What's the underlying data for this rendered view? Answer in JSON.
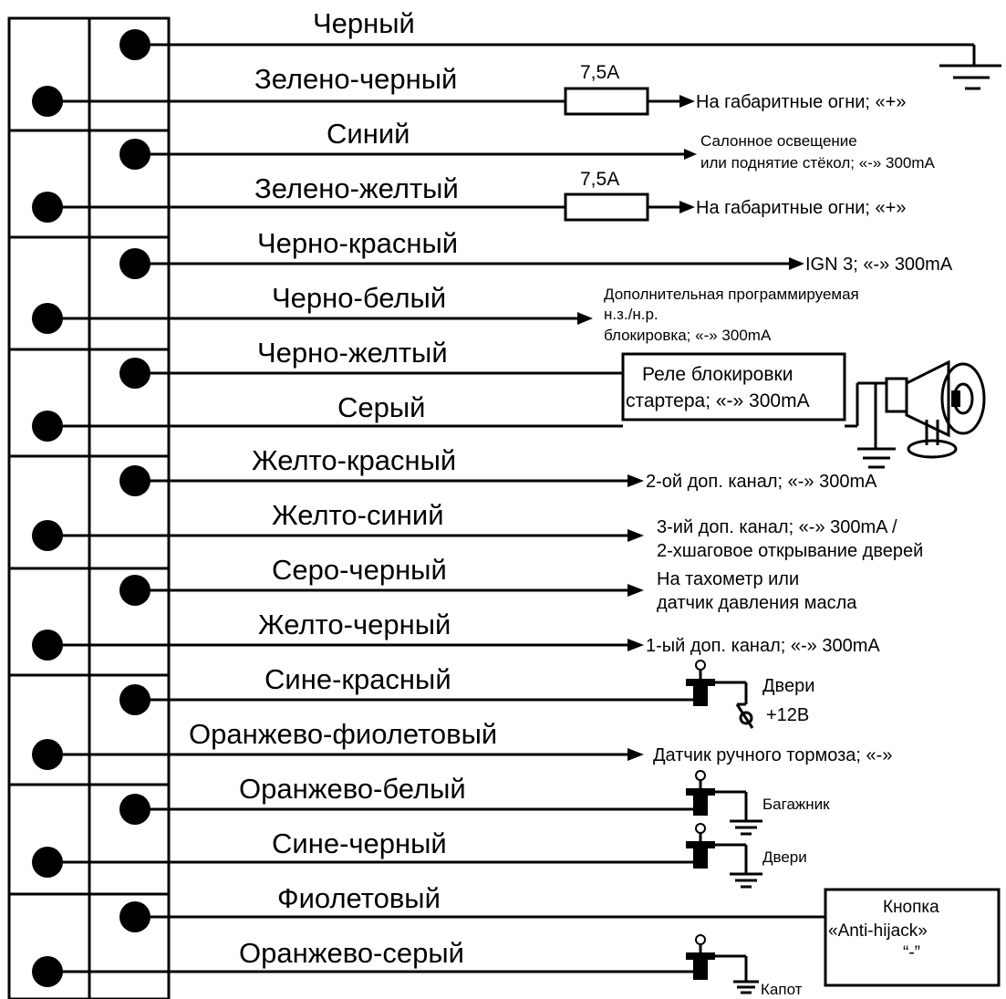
{
  "wires": [
    {
      "label": "Черный"
    },
    {
      "label": "Зелено-черный"
    },
    {
      "label": "Синий"
    },
    {
      "label": "Зелено-желтый"
    },
    {
      "label": "Черно-красный"
    },
    {
      "label": "Черно-белый"
    },
    {
      "label": "Черно-желтый"
    },
    {
      "label": "Серый"
    },
    {
      "label": "Желто-красный"
    },
    {
      "label": "Желто-синий"
    },
    {
      "label": "Серо-черный"
    },
    {
      "label": "Желто-черный"
    },
    {
      "label": "Сине-красный"
    },
    {
      "label": "Оранжево-фиолетовый"
    },
    {
      "label": "Оранжево-белый"
    },
    {
      "label": "Сине-черный"
    },
    {
      "label": "Фиолетовый"
    },
    {
      "label": "Оранжево-серый"
    }
  ],
  "fuses": [
    {
      "rating": "7,5A"
    },
    {
      "rating": "7,5A"
    }
  ],
  "destinations": {
    "parking_lights_1": "На габаритные огни; «+»",
    "interior_light_1": "Салонное освещение",
    "interior_light_2": "или поднятие стёкол; «-» 300mA",
    "parking_lights_2": "На габаритные огни; «+»",
    "ign3": "IGN 3; «-» 300mA",
    "prog_lock_1": "Дополнительная программируемая",
    "prog_lock_2": "н.з./н.р.",
    "prog_lock_3": "блокировка; «-» 300mA",
    "starter_relay_1": "Реле блокировки",
    "starter_relay_2": "стартера; «-» 300mA",
    "channel2": "2-ой доп. канал; «-» 300mA",
    "channel3_1": "3-ий доп. канал; «-» 300mA /",
    "channel3_2": "2-хшаговое открывание дверей",
    "tacho_1": "На тахометр или",
    "tacho_2": "датчик давления масла",
    "channel1": "1-ый доп. канал; «-» 300mA",
    "doors_plus_1": "Двери",
    "doors_plus_2": "+12В",
    "handbrake": "Датчик ручного тормоза; «-»",
    "trunk": "Багажник",
    "doors_minus": "Двери",
    "antihijack_1": "Кнопка",
    "antihijack_2": "«Anti-hijack»",
    "antihijack_3": "“-”",
    "hood": "Капот"
  }
}
